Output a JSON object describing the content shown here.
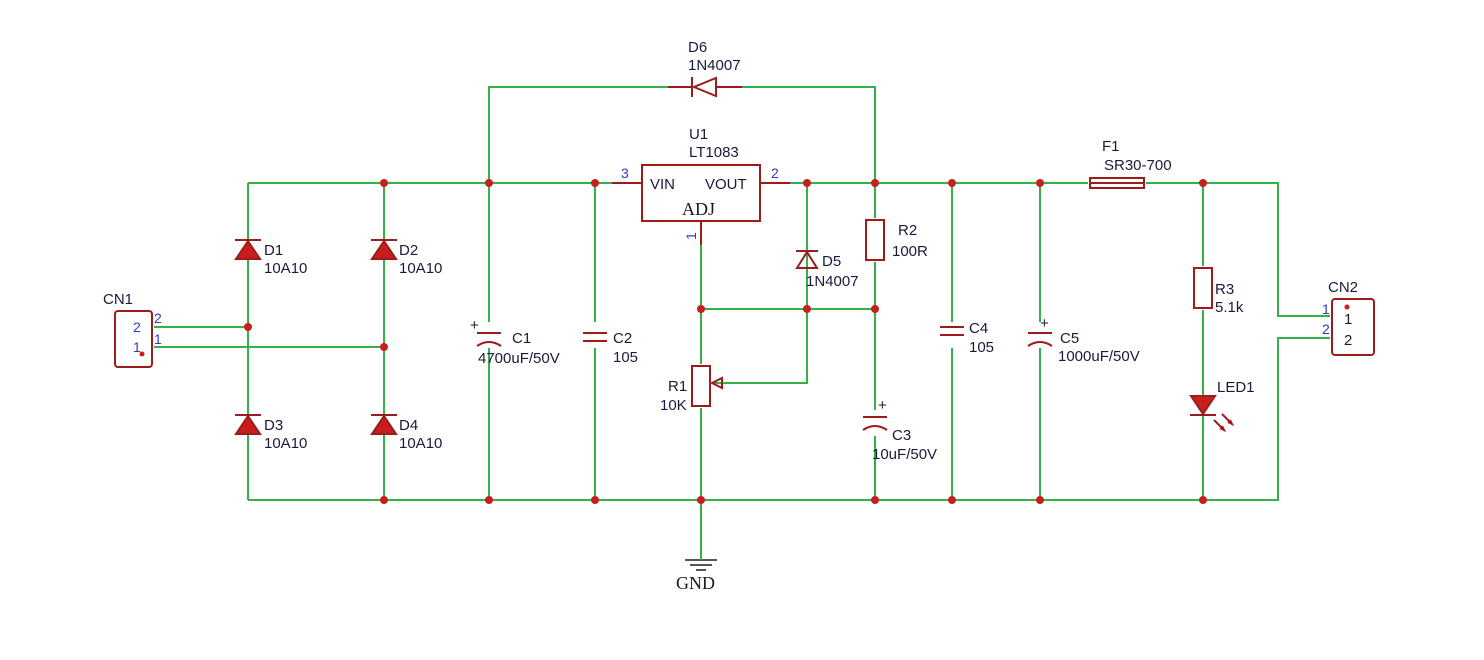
{
  "colors": {
    "wire": "#33b24a",
    "component": "#9c1b1b",
    "junction": "#c81e1e",
    "pin_number": "#2b3cc0",
    "text": "#1a1a3a"
  },
  "components": {
    "cn1": {
      "ref": "CN1",
      "pins": [
        "2",
        "1"
      ]
    },
    "cn2": {
      "ref": "CN2",
      "pins": [
        "1",
        "2"
      ],
      "inner_pins": [
        "1",
        "2"
      ]
    },
    "d1": {
      "ref": "D1",
      "value": "10A10"
    },
    "d2": {
      "ref": "D2",
      "value": "10A10"
    },
    "d3": {
      "ref": "D3",
      "value": "10A10"
    },
    "d4": {
      "ref": "D4",
      "value": "10A10"
    },
    "d5": {
      "ref": "D5",
      "value": "1N4007"
    },
    "d6": {
      "ref": "D6",
      "value": "1N4007"
    },
    "c1": {
      "ref": "C1",
      "value": "4700uF/50V",
      "polarity": "+"
    },
    "c2": {
      "ref": "C2",
      "value": "105"
    },
    "c3": {
      "ref": "C3",
      "value": "10uF/50V",
      "polarity": "+"
    },
    "c4": {
      "ref": "C4",
      "value": "105"
    },
    "c5": {
      "ref": "C5",
      "value": "1000uF/50V",
      "polarity": "+"
    },
    "u1": {
      "ref": "U1",
      "value": "LT1083",
      "vin": "VIN",
      "vout": "VOUT",
      "adj": "ADJ",
      "pin_vin": "3",
      "pin_vout": "2",
      "pin_adj": "1"
    },
    "r1": {
      "ref": "R1",
      "value": "10K"
    },
    "r2": {
      "ref": "R2",
      "value": "100R"
    },
    "r3": {
      "ref": "R3",
      "value": "5.1k"
    },
    "f1": {
      "ref": "F1",
      "value": "SR30-700"
    },
    "led1": {
      "ref": "LED1"
    },
    "gnd": {
      "label": "GND"
    }
  }
}
